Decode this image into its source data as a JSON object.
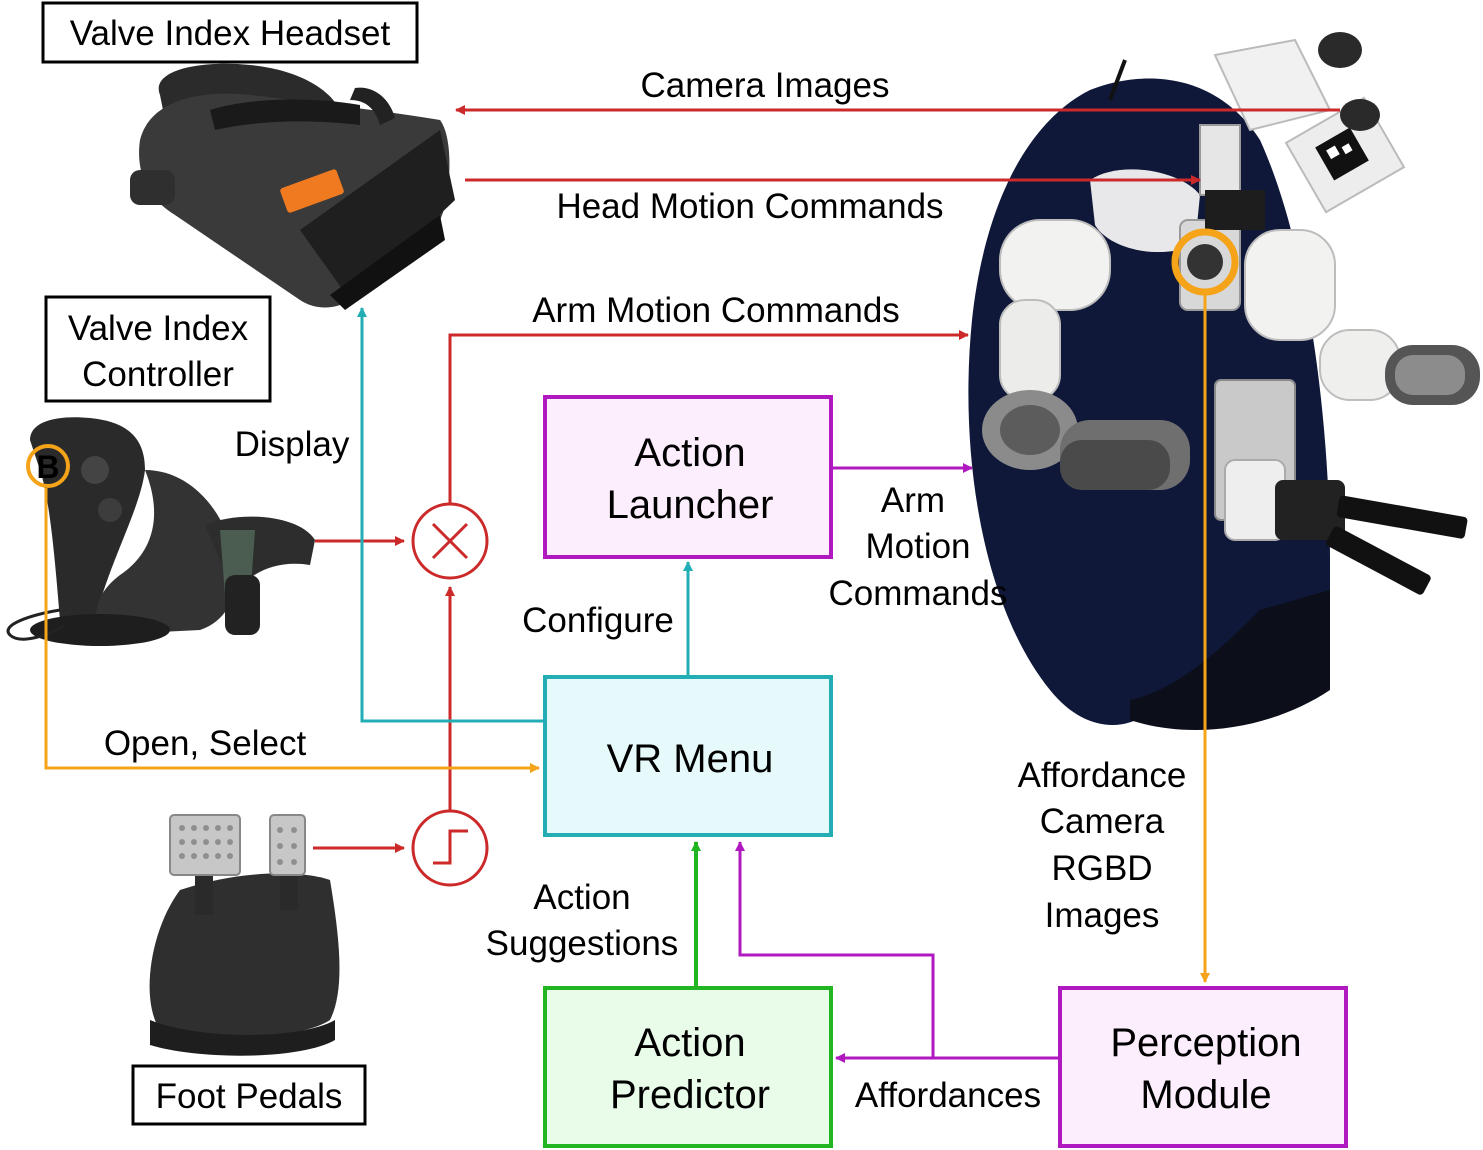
{
  "labels": {
    "headset": "Valve Index Headset",
    "controller_line1": "Valve Index",
    "controller_line2": "Controller",
    "foot_pedals": "Foot Pedals",
    "controller_button": "B"
  },
  "boxes": {
    "action_launcher": [
      "Action",
      "Launcher"
    ],
    "vr_menu": [
      "VR Menu"
    ],
    "action_predictor": [
      "Action",
      "Predictor"
    ],
    "perception_module": [
      "Perception",
      "Module"
    ]
  },
  "edges": {
    "camera_images": "Camera Images",
    "head_motion": "Head Motion Commands",
    "arm_motion_top": "Arm Motion Commands",
    "display": "Display",
    "arm_motion_side": [
      "Arm",
      "Motion",
      "Commands"
    ],
    "configure": "Configure",
    "open_select": "Open, Select",
    "affordance_camera": [
      "Affordance",
      "Camera",
      "RGBD",
      "Images"
    ],
    "action_suggestions": [
      "Action",
      "Suggestions"
    ],
    "affordances": "Affordances"
  },
  "colors": {
    "red": "#cc2a2a",
    "teal": "#22aeb4",
    "purple": "#b018c0",
    "green": "#22b522",
    "orange": "#f5a318",
    "launcher_fill": "#fceefd",
    "menu_fill": "#e6fafb",
    "predictor_fill": "#e9fbe9",
    "perception_fill": "#fceefd"
  },
  "icons": {
    "multiply": "multiply-circle-icon",
    "step": "step-function-icon"
  }
}
